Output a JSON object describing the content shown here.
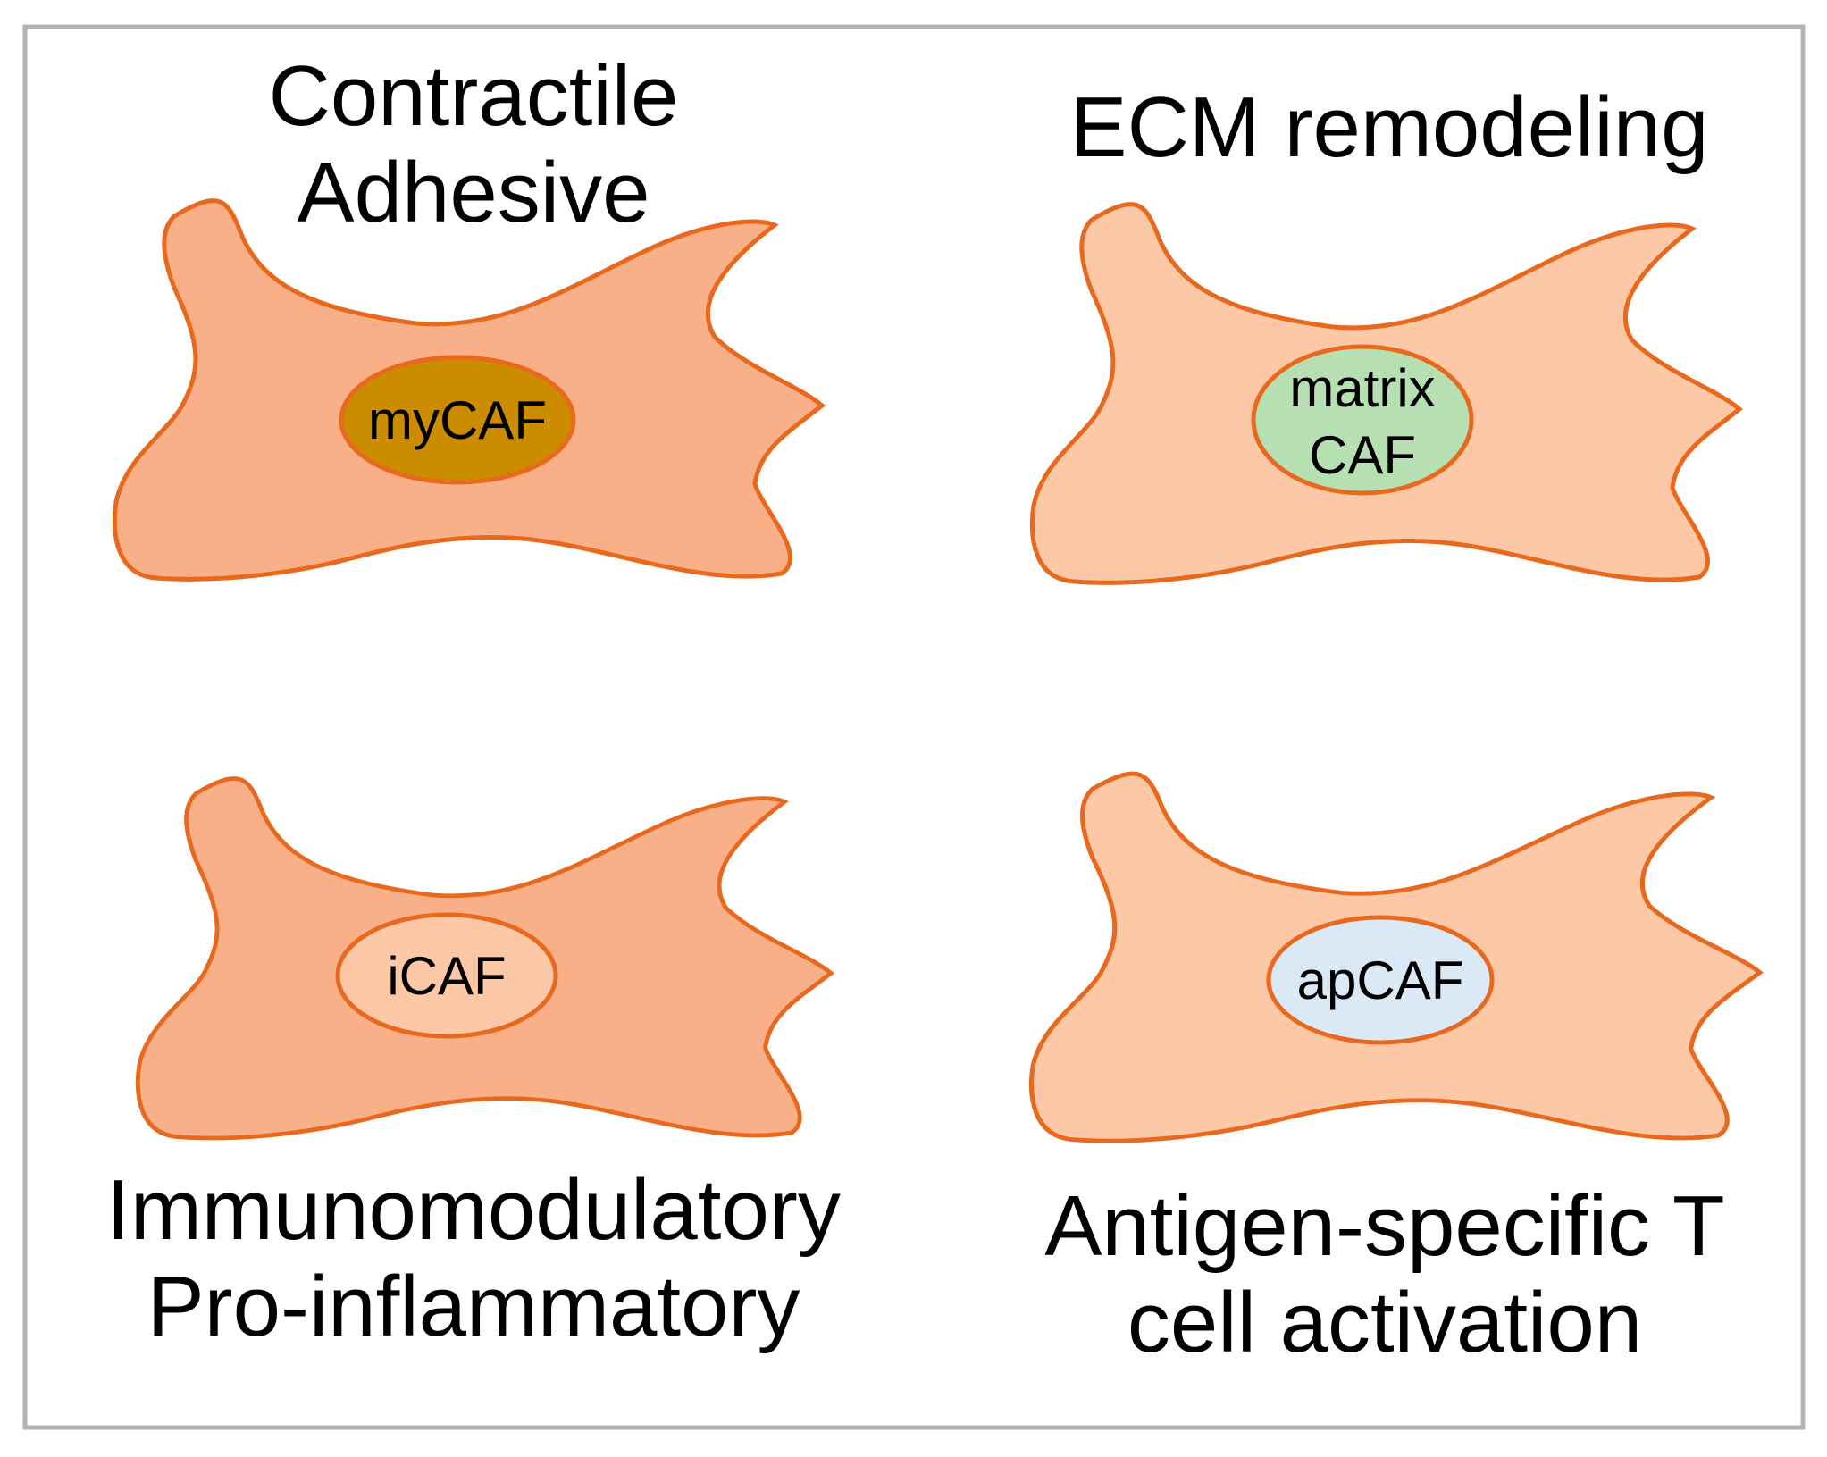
{
  "diagram": {
    "frame_color": "#b3b3b3",
    "cell_outline_color": "#e8691e",
    "cells": [
      {
        "id": "mycaf",
        "title_lines": [
          "Contractile",
          "Adhesive"
        ],
        "nucleus_lines": [
          "myCAF"
        ],
        "cell_color": "#f9b088",
        "nucleus_color": "#cc8c00"
      },
      {
        "id": "matrix",
        "title_lines": [
          "ECM remodeling"
        ],
        "nucleus_lines": [
          "matrix",
          "CAF"
        ],
        "cell_color": "#fcc8a6",
        "nucleus_color": "#b7e0b2"
      },
      {
        "id": "icaf",
        "title_lines": [
          "Immunomodulatory",
          "Pro-inflammatory"
        ],
        "nucleus_lines": [
          "iCAF"
        ],
        "cell_color": "#f9b088",
        "nucleus_color": "#fcc8a6"
      },
      {
        "id": "apcaf",
        "title_lines": [
          "Antigen-specific T",
          "cell activation"
        ],
        "nucleus_lines": [
          "apCAF"
        ],
        "cell_color": "#fcc8a6",
        "nucleus_color": "#dbe8f5"
      }
    ]
  }
}
